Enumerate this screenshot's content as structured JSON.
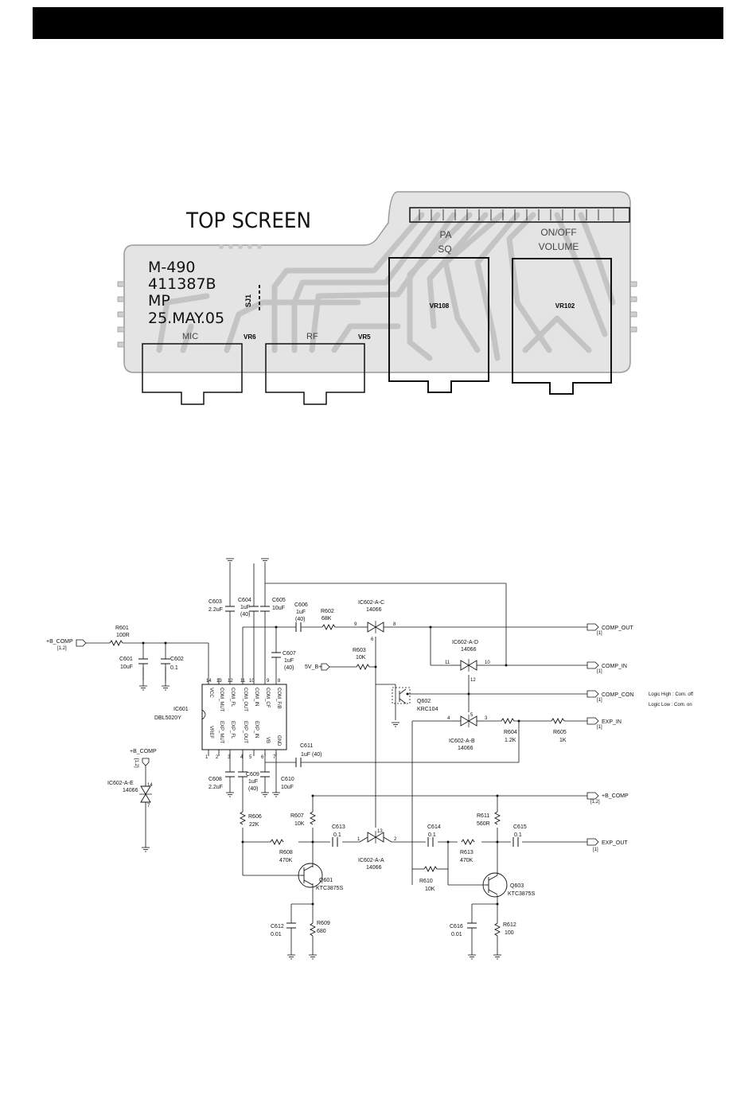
{
  "pcb": {
    "title": "TOP SCREEN",
    "board_lines": [
      "M-490",
      "411387B",
      "MP",
      "25.MAY.05"
    ],
    "jumper": "SJ1",
    "controls": [
      {
        "name": "MIC",
        "ref": "VR6"
      },
      {
        "name": "RF",
        "ref": "VR5"
      },
      {
        "name_lines": [
          "PA",
          "SQ"
        ],
        "ref": "VR108"
      },
      {
        "name_lines": [
          "ON/OFF",
          "VOLUME"
        ],
        "ref": "VR102"
      }
    ]
  },
  "schematic": {
    "nets": {
      "b_comp_in": "+B_COMP",
      "b_comp_in_ref": "[1,2]",
      "comp_out": "COMP_OUT",
      "comp_out_ref": "[1]",
      "comp_in": "COMP_IN",
      "comp_in_ref": "[1]",
      "comp_con": "COMP_CON",
      "comp_con_ref": "[1]",
      "exp_in": "EXP_IN",
      "exp_in_ref": "[1]",
      "b_comp_right": "+B_COMP",
      "b_comp_right_ref": "[1,2]",
      "exp_out": "EXP_OUT",
      "exp_out_ref": "[1]",
      "b_comp_left": "+B_COMP",
      "b_comp_left_ref": "[1,2]",
      "v5": "5V_B+"
    },
    "logic_note": [
      "Logic High : Com. off",
      "Logic Low  : Com. on"
    ],
    "ic601": {
      "ref": "IC601",
      "part": "DBL5020Y",
      "top_pins": [
        "14",
        "13",
        "12",
        "11",
        "10",
        "9",
        "8"
      ],
      "top_names": [
        "VCC",
        "COM_MUT",
        "COM_FL",
        "COM_OUT",
        "COM_IN",
        "COM_CF",
        "COM_F/B"
      ],
      "bottom_pins": [
        "1",
        "2",
        "3",
        "4",
        "5",
        "6",
        "7"
      ],
      "bottom_names": [
        "VREF",
        "EXP_MUT",
        "EXP_FL",
        "EXP_OUT",
        "EXP_IN",
        "VB",
        "GND"
      ]
    },
    "switches": {
      "c": {
        "ref": "IC602-A-C",
        "part": "14066",
        "pins": [
          "9",
          "8"
        ]
      },
      "d": {
        "ref": "IC602-A-D",
        "part": "14066",
        "pins": [
          "11",
          "10",
          "12"
        ]
      },
      "b": {
        "ref": "IC602-A-B",
        "part": "14066",
        "pins": [
          "4",
          "3",
          "5"
        ]
      },
      "a": {
        "ref": "IC602-A-A",
        "part": "14066",
        "pins": [
          "1",
          "2",
          "13"
        ]
      },
      "e": {
        "ref": "IC602-A-E",
        "part": "14066",
        "pins": [
          "14",
          "7"
        ]
      },
      "c_ctrl_pin": "6"
    },
    "parts": {
      "r601": [
        "R601",
        "100R"
      ],
      "c601": [
        "C601",
        "10uF"
      ],
      "c602": [
        "C602",
        "0.1"
      ],
      "c603": [
        "C603",
        "2.2uF"
      ],
      "c604": [
        "C604",
        "1uF",
        "(40)"
      ],
      "c605": [
        "C605",
        "10uF"
      ],
      "c606": [
        "C606",
        "1uF",
        "(40)"
      ],
      "r602": [
        "R602",
        "68K"
      ],
      "c607": [
        "C607",
        "1uF",
        "(40)"
      ],
      "r603": [
        "R603",
        "10K"
      ],
      "q602": [
        "Q602",
        "KRC104"
      ],
      "r604": [
        "R604",
        "1.2K"
      ],
      "r605": [
        "R605",
        "1K"
      ],
      "c611": [
        "C611",
        "1uF (40)"
      ],
      "c608": [
        "C608",
        "2.2uF"
      ],
      "c609": [
        "C609",
        "1uF",
        "(40)"
      ],
      "c610": [
        "C610",
        "10uF"
      ],
      "r606": [
        "R606",
        "22K"
      ],
      "r607": [
        "R607",
        "10K"
      ],
      "c613": [
        "C613",
        "0.1"
      ],
      "r608": [
        "R608",
        "470K"
      ],
      "q601": [
        "Q601",
        "KTC3875S"
      ],
      "c612": [
        "C612",
        "0.01"
      ],
      "r609": [
        "R609",
        "680"
      ],
      "c614": [
        "C614",
        "0.1"
      ],
      "r611": [
        "R611",
        "560R"
      ],
      "c615": [
        "C615",
        "0.1"
      ],
      "r613": [
        "R613",
        "470K"
      ],
      "r610": [
        "R610",
        "10K"
      ],
      "q603": [
        "Q603",
        "KTC3875S"
      ],
      "c616": [
        "C616",
        "0.01"
      ],
      "r612": [
        "R612",
        "100"
      ]
    }
  }
}
